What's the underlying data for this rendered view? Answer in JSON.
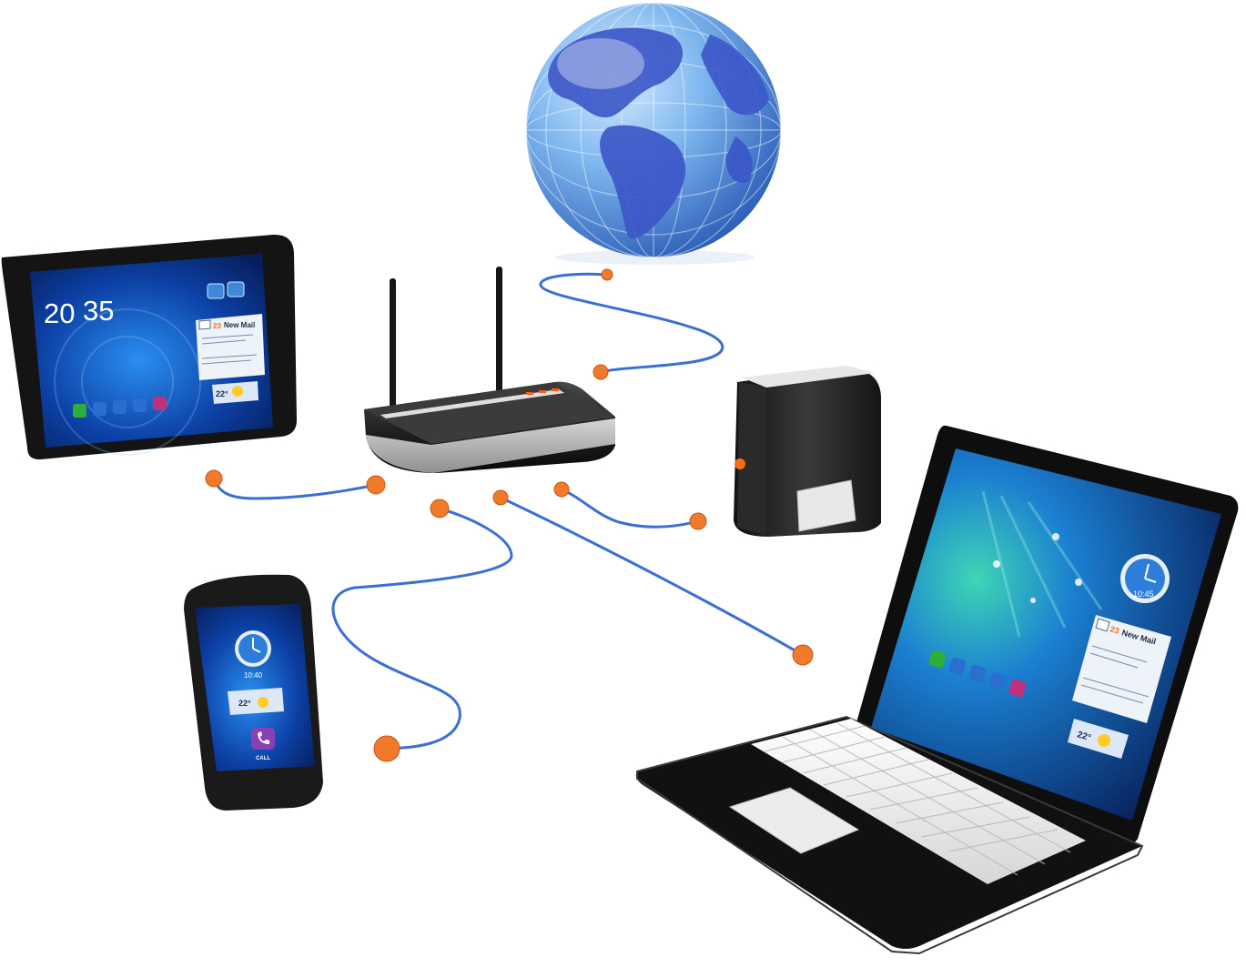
{
  "colors": {
    "cable": "#3a6fd6",
    "connector": "#f07a2a",
    "device_body": "#1e1e1e",
    "screen_blue": "#1f5fc8",
    "globe_ocean": "#7fb6ef",
    "globe_land": "#3b56c8",
    "accent_orange": "#ff6a1a"
  },
  "icons": [
    "globe-icon",
    "mail-icon",
    "clock-icon",
    "sun-icon",
    "phone-call-icon"
  ],
  "tablet": {
    "clock_hour": "20",
    "clock_minute": "35",
    "mail_count": "23",
    "mail_label": "New Mail",
    "temperature": "22°"
  },
  "phone": {
    "clock_time": "10:40",
    "temperature": "22°",
    "call_label": "CALL"
  },
  "laptop": {
    "clock_time": "10:45",
    "mail_count": "23",
    "mail_label": "New Mail",
    "temperature": "22°"
  }
}
